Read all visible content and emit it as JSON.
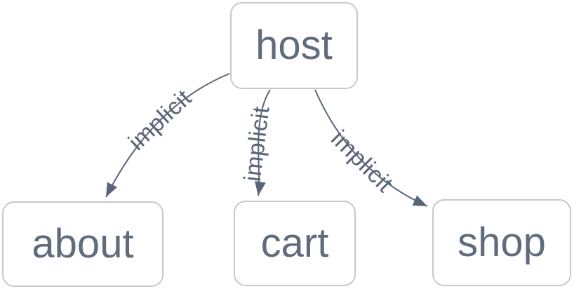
{
  "diagram": {
    "type": "graph",
    "background_color": "#ffffff",
    "colors": {
      "node_fill": "#ffffff",
      "node_border": "#c6c8cc",
      "node_text": "#606b7c",
      "edge": "#5a6577",
      "edge_label": "#5a6577"
    },
    "nodes": [
      {
        "id": "host",
        "label": "host"
      },
      {
        "id": "about",
        "label": "about"
      },
      {
        "id": "cart",
        "label": "cart"
      },
      {
        "id": "shop",
        "label": "shop"
      }
    ],
    "edges": [
      {
        "from": "host",
        "to": "about",
        "label": "implicit"
      },
      {
        "from": "host",
        "to": "cart",
        "label": "implicit"
      },
      {
        "from": "host",
        "to": "shop",
        "label": "implicit"
      }
    ]
  }
}
